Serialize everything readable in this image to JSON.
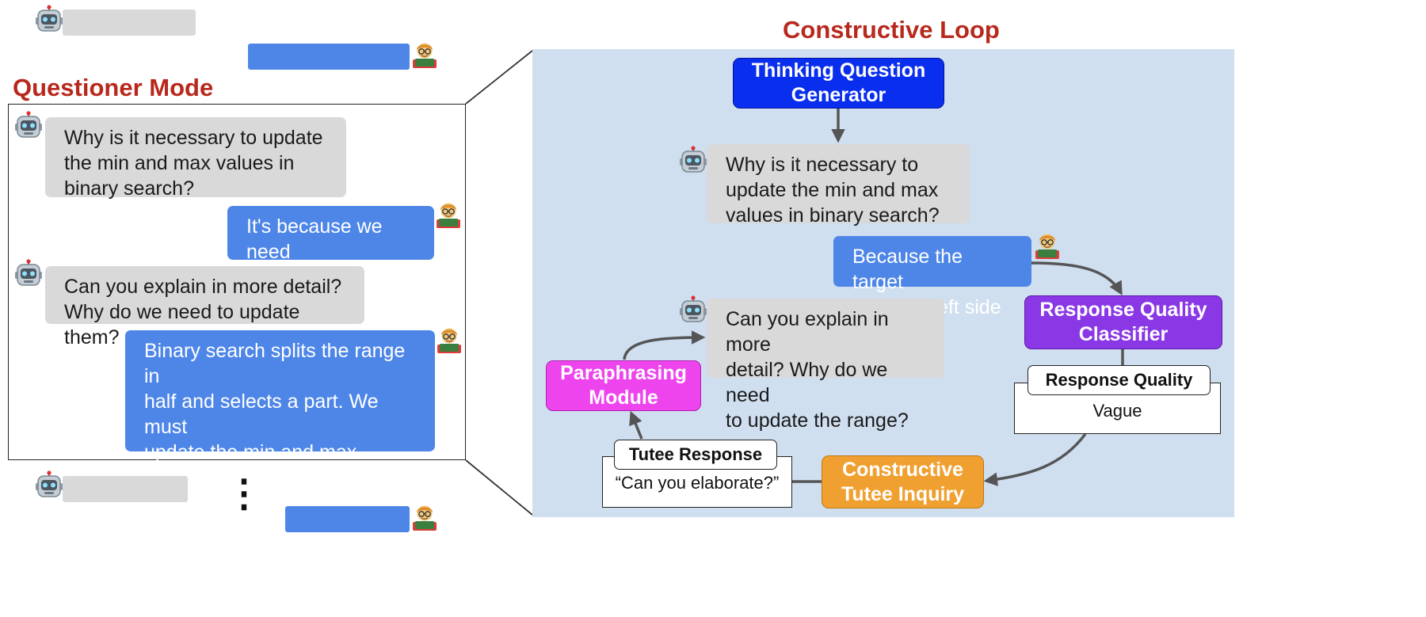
{
  "left": {
    "title": "Questioner Mode",
    "messages": [
      {
        "text": "Why is it necessary to update\nthe min and max values in\nbinary search?"
      },
      {
        "text": "It's because we need\nto update the range."
      },
      {
        "text": "Can you explain in more detail?\nWhy do we need to update them?"
      },
      {
        "text": "Binary search splits the range in\nhalf and selects a part. We must\nupdate the min and max values\nto reduce the range, helping us\nfind the target faster."
      }
    ],
    "ellipsis": "⋮"
  },
  "loop": {
    "title": "Constructive Loop",
    "generator": "Thinking Question\nGenerator",
    "question": "Why is it necessary to\nupdate the min and max\nvalues in binary search?",
    "answer": "Because the target\nis on the left side",
    "classifier": "Response Quality\nClassifier",
    "quality_label": "Response Quality",
    "quality_value": "Vague",
    "inquiry": "Constructive\nTutee Inquiry",
    "tutee_label": "Tutee Response",
    "tutee_value": "“Can you elaborate?”",
    "paraphraser": "Paraphrasing\nModule",
    "followup": "Can you explain in more\ndetail? Why do we need\nto update the range?"
  },
  "colors": {
    "title_red": "#b8281d",
    "bubble_gray": "#d9d9d9",
    "bubble_blue": "#4e86e8",
    "panel_bg": "#d0dff0",
    "generator": "#0a2eee",
    "classifier": "#8a38e6",
    "inquiry": "#f0a030",
    "paraphraser": "#ee44ee",
    "arrow": "#555555"
  }
}
